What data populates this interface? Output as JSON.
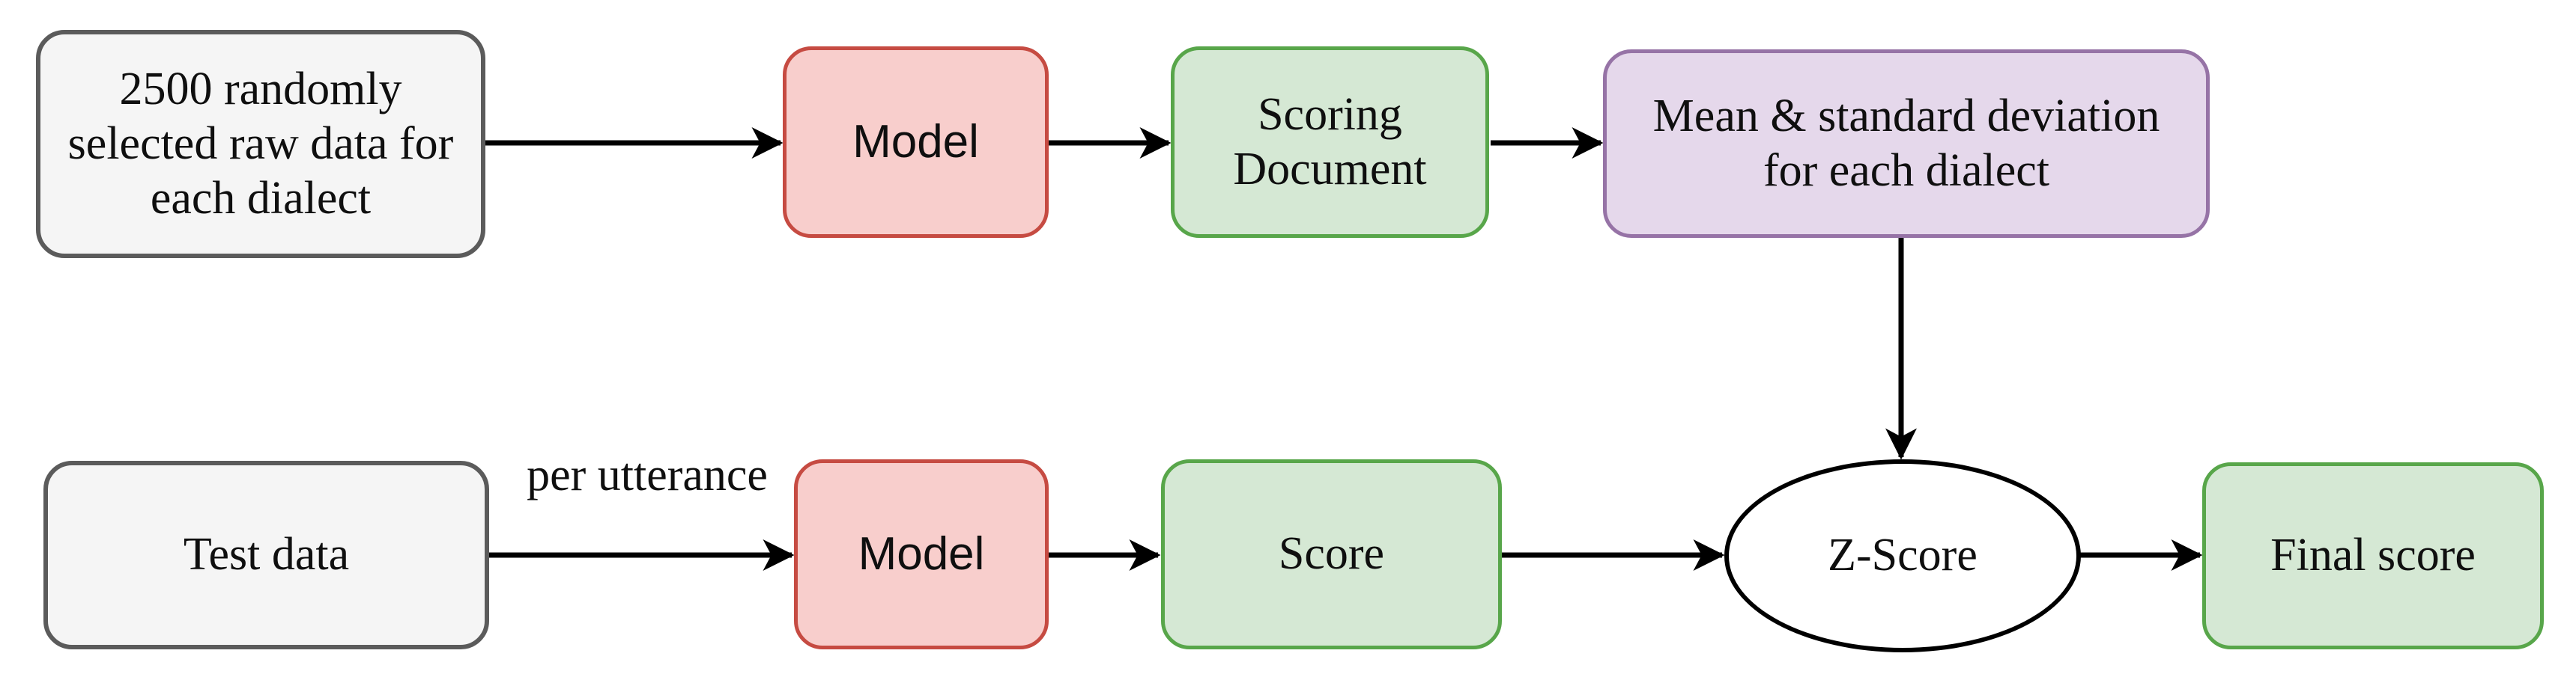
{
  "diagram": {
    "background_color": "#ffffff",
    "arrow_color": "#000000",
    "text_color": "#0f0f0f",
    "nodes": [
      {
        "id": "raw-data",
        "label": "2500 randomly selected raw data for each dialect",
        "shape": "rounded-rect",
        "fill": "#f5f5f5",
        "border": "#5b5b5b",
        "row": "top"
      },
      {
        "id": "model-top",
        "label": "Model",
        "shape": "rounded-rect",
        "fill": "#f8cecc",
        "border": "#c64b42",
        "row": "top"
      },
      {
        "id": "scoring-document",
        "label": "Scoring Document",
        "shape": "rounded-rect",
        "fill": "#d5e8d4",
        "border": "#58a64a",
        "row": "top"
      },
      {
        "id": "mean-std",
        "label": "Mean & standard deviation for each dialect",
        "shape": "rounded-rect",
        "fill": "#e5d8eb",
        "border": "#9673a6",
        "row": "top"
      },
      {
        "id": "test-data",
        "label": "Test data",
        "shape": "rounded-rect",
        "fill": "#f5f5f5",
        "border": "#5b5b5b",
        "row": "bottom"
      },
      {
        "id": "model-bottom",
        "label": "Model",
        "shape": "rounded-rect",
        "fill": "#f8cecc",
        "border": "#c64b42",
        "row": "bottom"
      },
      {
        "id": "score",
        "label": "Score",
        "shape": "rounded-rect",
        "fill": "#d5e8d4",
        "border": "#58a64a",
        "row": "bottom"
      },
      {
        "id": "z-score",
        "label": "Z-Score",
        "shape": "ellipse",
        "fill": "#ffffff",
        "border": "#000000",
        "row": "bottom"
      },
      {
        "id": "final-score",
        "label": "Final score",
        "shape": "rounded-rect",
        "fill": "#d5e8d4",
        "border": "#58a64a",
        "row": "bottom"
      }
    ],
    "edges": [
      {
        "from": "raw-data",
        "to": "model-top",
        "label": ""
      },
      {
        "from": "model-top",
        "to": "scoring-document",
        "label": ""
      },
      {
        "from": "scoring-document",
        "to": "mean-std",
        "label": ""
      },
      {
        "from": "mean-std",
        "to": "z-score",
        "label": ""
      },
      {
        "from": "test-data",
        "to": "model-bottom",
        "label": "per utterance"
      },
      {
        "from": "model-bottom",
        "to": "score",
        "label": ""
      },
      {
        "from": "score",
        "to": "z-score",
        "label": ""
      },
      {
        "from": "z-score",
        "to": "final-score",
        "label": ""
      }
    ]
  }
}
